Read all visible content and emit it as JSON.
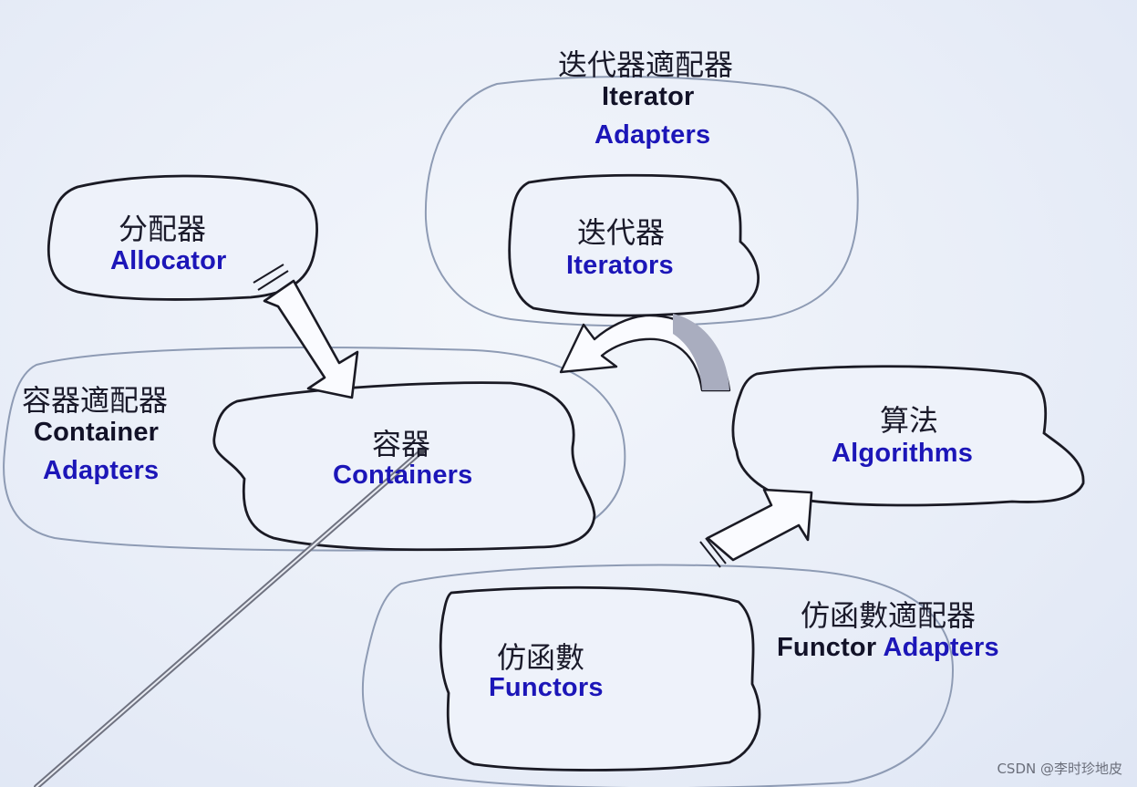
{
  "colors": {
    "outline": "#1a1a24",
    "faint_outline": "#8e9bb4",
    "blue": "#1c16b8",
    "dark": "#121228"
  },
  "nodes": {
    "allocator": {
      "zh": "分配器",
      "en": "Allocator"
    },
    "iterators": {
      "zh": "迭代器",
      "en": "Iterators"
    },
    "iterator_adapters": {
      "zh": "迭代器適配器",
      "en1": "Iterator",
      "en2": "Adapters"
    },
    "container_adapters": {
      "zh": "容器適配器",
      "en1": "Container",
      "en2": "Adapters"
    },
    "containers": {
      "zh": "容器",
      "en": "Containers"
    },
    "algorithms": {
      "zh": "算法",
      "en": "Algorithms"
    },
    "functors": {
      "zh": "仿函數",
      "en": "Functors"
    },
    "functor_adapters": {
      "zh": "仿函數適配器",
      "en1": "Functor",
      "en2": "Adapters"
    }
  },
  "watermark": "CSDN @李时珍地皮"
}
